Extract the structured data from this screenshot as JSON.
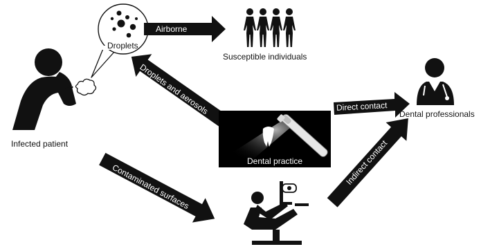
{
  "nodes": {
    "droplets": "Droplets",
    "susceptible": "Susceptible individuals",
    "infected": "Infected patient",
    "dental_professionals": "Dental professionals",
    "dental_practice": "Dental practice"
  },
  "edges": {
    "airborne": "Airborne",
    "droplets_aerosols": "Droplets and aerosols",
    "direct_contact": "Direct contact",
    "contaminated_surfaces": "Contaminated surfaces",
    "indirect_contact": "Indirect contact"
  },
  "icons": {
    "patient": "coughing-person-icon",
    "droplets": "droplets-icon",
    "people": "people-group-icon",
    "professional": "dentist-icon",
    "practice": "dental-handpiece-tooth-icon",
    "chair": "dental-chair-icon"
  },
  "colors": {
    "ink": "#111111",
    "background": "#ffffff",
    "arrow_text": "#ffffff"
  }
}
